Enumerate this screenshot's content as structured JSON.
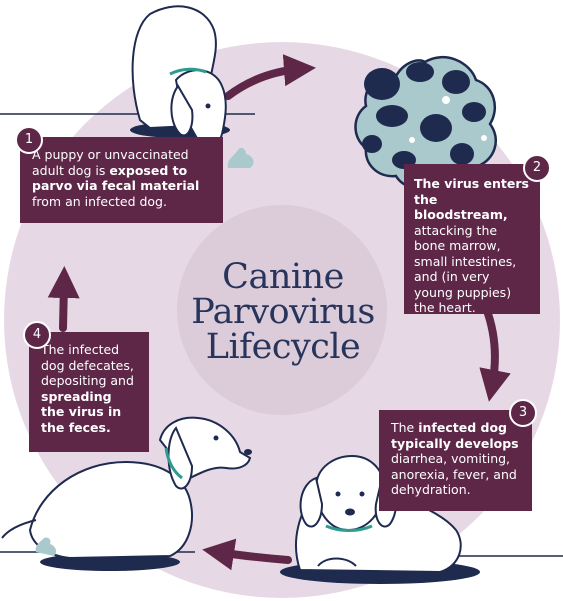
{
  "title": {
    "line1": "Canine",
    "line2": "Parvovirus",
    "line3": "Lifecycle"
  },
  "colors": {
    "background_circle": "#e6d9e5",
    "center_circle": "#dccbd9",
    "box": "#5e2748",
    "arrow": "#5e2748",
    "title": "#27345c",
    "outline": "#1f2a4f",
    "virus": "#a9c9cc",
    "feces": "#a9c9cc"
  },
  "steps": [
    {
      "number": "1",
      "segments": [
        {
          "t": "A puppy or unvaccinated adult dog is ",
          "b": false
        },
        {
          "t": "exposed to parvo via fecal material",
          "b": true
        },
        {
          "t": " from an infected dog.",
          "b": false
        }
      ]
    },
    {
      "number": "2",
      "segments": [
        {
          "t": "The virus enters the bloodstream,",
          "b": true
        },
        {
          "t": " attacking the bone marrow, small intestines, and (in very young puppies) the heart.",
          "b": false
        }
      ]
    },
    {
      "number": "3",
      "segments": [
        {
          "t": "The ",
          "b": false
        },
        {
          "t": "infected dog typically develops",
          "b": true
        },
        {
          "t": " diarrhea, vomiting, anorexia, fever, and dehydration.",
          "b": false
        }
      ]
    },
    {
      "number": "4",
      "segments": [
        {
          "t": "The infected dog defecates, depositing and ",
          "b": false
        },
        {
          "t": "spreading the virus in the feces.",
          "b": true
        }
      ]
    }
  ],
  "icons": [
    "dog-sniffing-icon",
    "virus-cell-icon",
    "dog-lying-sick-icon",
    "dog-defecating-icon",
    "feces-icon"
  ]
}
